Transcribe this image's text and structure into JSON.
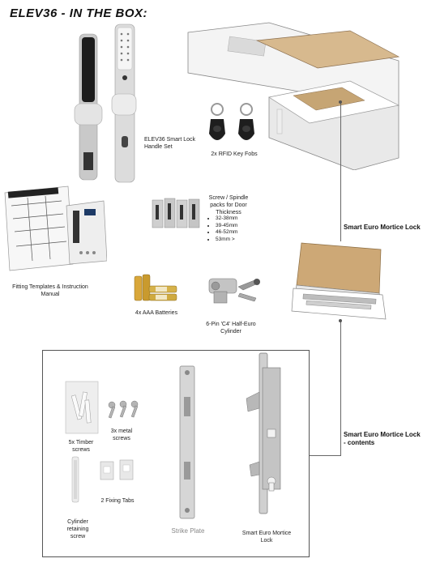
{
  "page_title": "ELEV36  -  IN THE BOX:",
  "items": {
    "handle_set": "ELEV36 Smart Lock Handle Set",
    "rfid": "2x RFID Key Fobs",
    "screws_title": "Screw / Spindle packs for Door Thickness",
    "screw_sizes": [
      "32-38mm",
      "39-45mm",
      "46-52mm",
      "53mm >"
    ],
    "templates": "Fitting Templates & Instruction Manual",
    "batteries": "4x AAA Batteries",
    "cylinder": "6-Pin 'C4' Half-Euro Cylinder",
    "mortice_lock": "Smart Euro Mortice Lock",
    "contents_label": "Smart Euro Mortice Lock - contents"
  },
  "contents": {
    "timber_screws": "5x Timber screws",
    "metal_screws": "3x metal screws",
    "fixing_tabs": "2 Fixing Tabs",
    "retaining_screw": "Cylinder retaining screw",
    "strike_plate": "Strike Plate",
    "mortice_lock": "Smart Euro Mortice Lock"
  }
}
